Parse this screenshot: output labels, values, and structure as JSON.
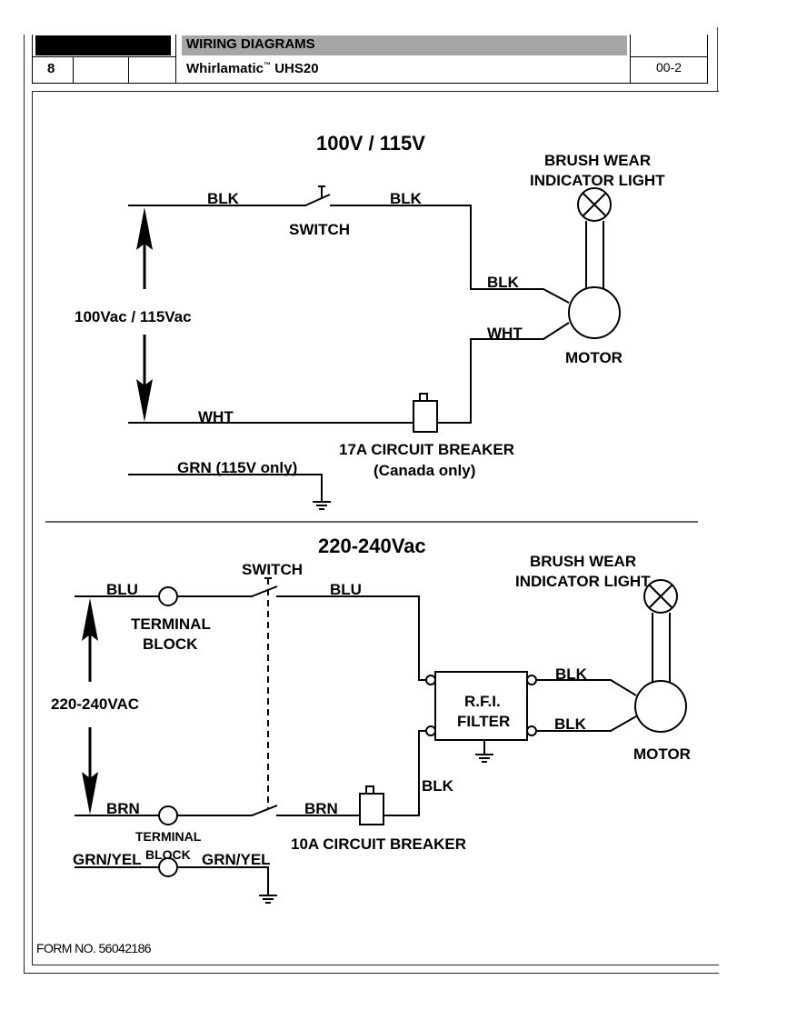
{
  "header": {
    "section_title": "WIRING DIAGRAMS",
    "page_number": "8",
    "product": "Whirlamatic",
    "product_tm": "™",
    "model": "UHS20",
    "revision": "00-2"
  },
  "diagram_100_115": {
    "title": "100V / 115V",
    "supply_label": "100Vac / 115Vac",
    "wire_top_left": "BLK",
    "wire_top_right": "BLK",
    "switch_label": "SWITCH",
    "motor_wire_1": "BLK",
    "motor_wire_2": "WHT",
    "wire_bottom": "WHT",
    "ground_wire": "GRN (115V only)",
    "breaker_label": "17A CIRCUIT BREAKER",
    "breaker_note": "(Canada only)",
    "light_label_1": "BRUSH WEAR",
    "light_label_2": "INDICATOR LIGHT",
    "motor_label": "MOTOR"
  },
  "diagram_220_240": {
    "title": "220-240Vac",
    "supply_label": "220-240VAC",
    "wire_top_left": "BLU",
    "wire_top_right": "BLU",
    "terminal_top_1": "TERMINAL",
    "terminal_top_2": "BLOCK",
    "switch_label": "SWITCH",
    "filter_label_1": "R.F.I.",
    "filter_label_2": "FILTER",
    "filter_out_1": "BLK",
    "filter_out_2": "BLK",
    "wire_breaker_up": "BLK",
    "wire_bottom_left": "BRN",
    "wire_bottom_right": "BRN",
    "terminal_bottom_1": "TERMINAL",
    "terminal_bottom_2": "BLOCK",
    "ground_left": "GRN/YEL",
    "ground_right": "GRN/YEL",
    "breaker_label": "10A CIRCUIT BREAKER",
    "light_label_1": "BRUSH WEAR",
    "light_label_2": "INDICATOR LIGHT",
    "motor_label": "MOTOR"
  },
  "footer": {
    "form_number": "FORM NO. 56042186"
  }
}
